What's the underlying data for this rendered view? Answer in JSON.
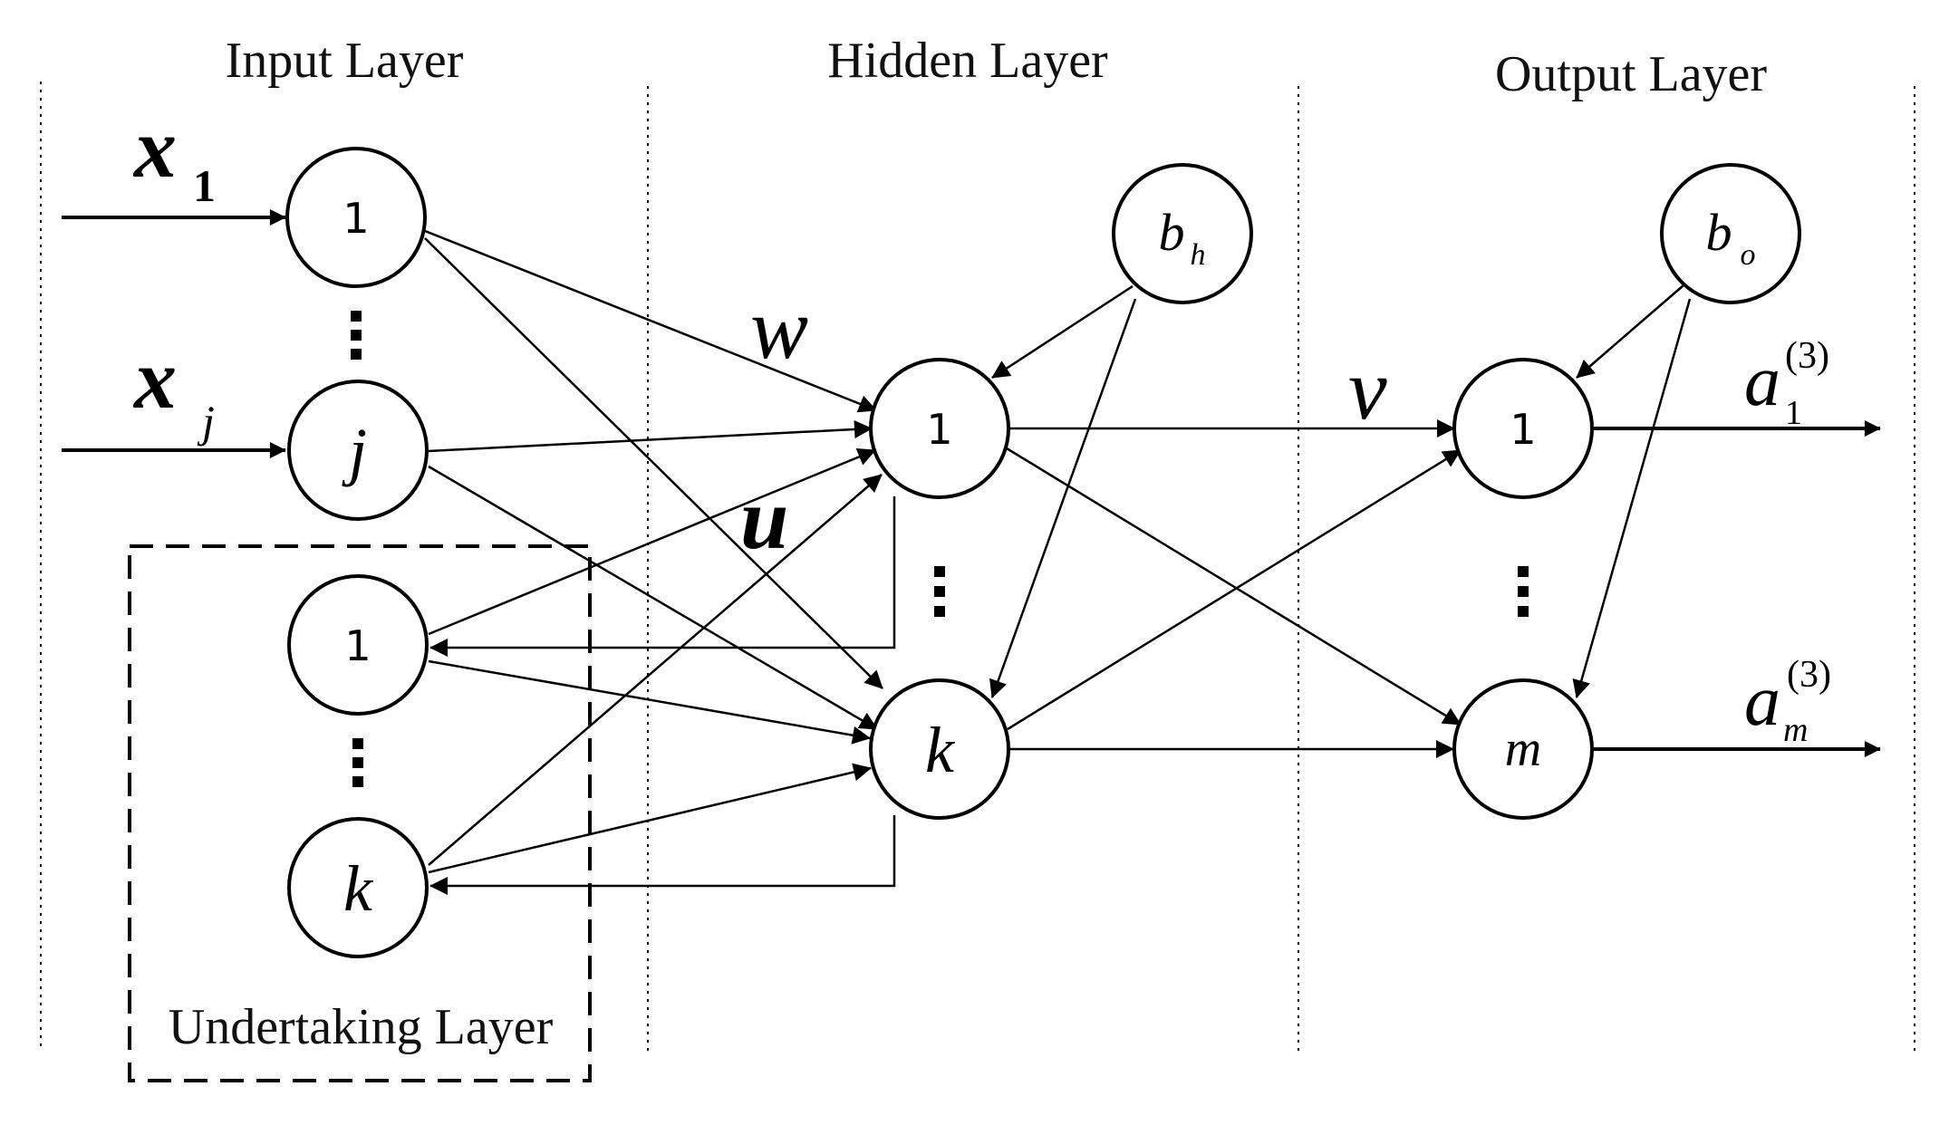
{
  "sections": {
    "input": "Input Layer",
    "hidden": "Hidden Layer",
    "output": "Output Layer",
    "undertaking": "Undertaking Layer"
  },
  "nodes": {
    "input_1": "1",
    "input_j": "j",
    "context_1": "1",
    "context_k": "k",
    "hidden_1": "1",
    "hidden_k": "k",
    "bias_hidden": {
      "base": "b",
      "sub": "h"
    },
    "bias_output": {
      "base": "b",
      "sub": "o"
    },
    "output_1": "1",
    "output_m": "m"
  },
  "inputs": {
    "x1": {
      "base": "x",
      "sub": "1"
    },
    "xj": {
      "base": "x",
      "sub": "j"
    }
  },
  "weights": {
    "w": "w",
    "u": "u",
    "v": "v"
  },
  "outputs": {
    "a1": {
      "base": "a",
      "sub": "1",
      "sup": "(3)"
    },
    "am": {
      "base": "a",
      "sub": "m",
      "sup": "(3)"
    }
  }
}
